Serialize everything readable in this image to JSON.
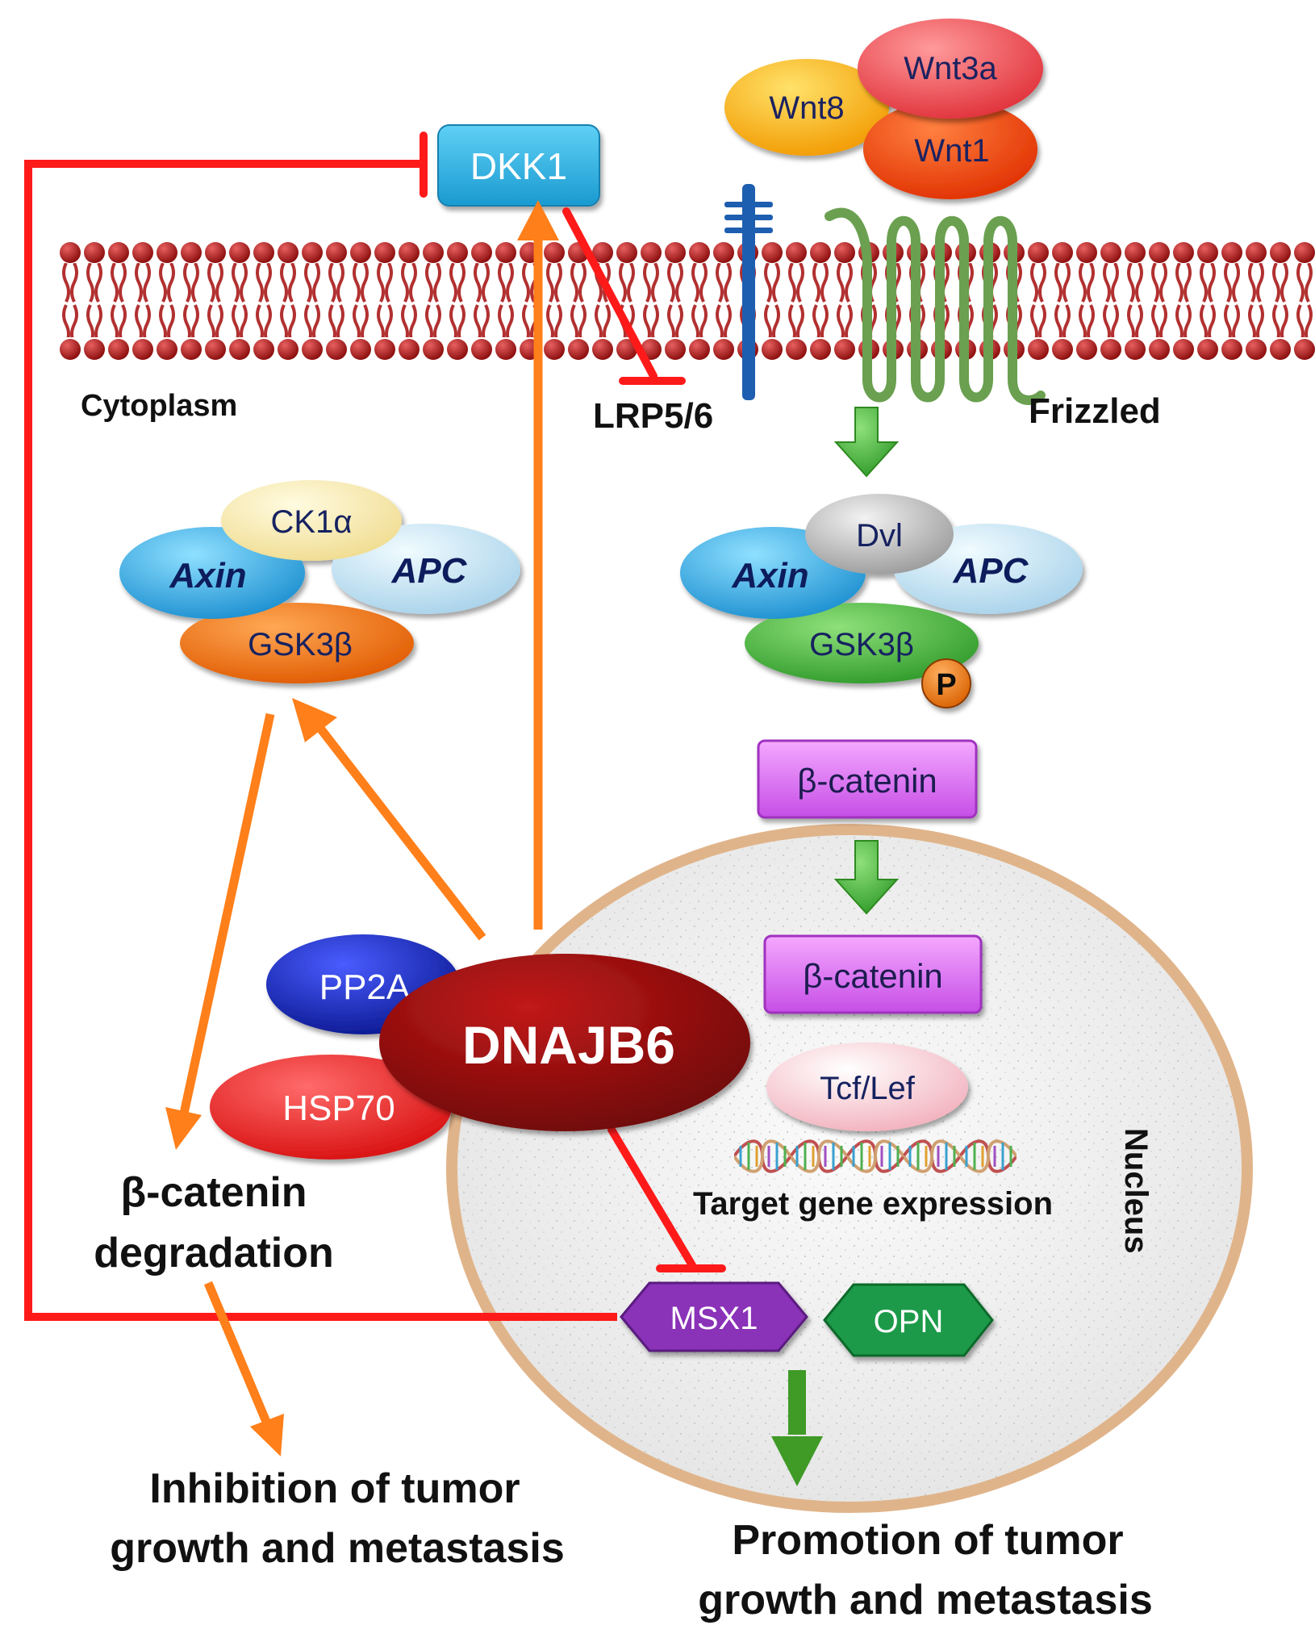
{
  "molecules": {
    "dkk1": "DKK1",
    "wnt3a": "Wnt3a",
    "wnt8": "Wnt8",
    "wnt1": "Wnt1",
    "lrp": "LRP5/6",
    "frizzled": "Frizzled",
    "cytoplasm": "Cytoplasm",
    "left_complex": {
      "ck1a": "CK1α",
      "axin": "Axin",
      "apc": "APC",
      "gsk3b": "GSK3β"
    },
    "right_complex": {
      "dvl": "Dvl",
      "axin": "Axin",
      "apc": "APC",
      "gsk3b": "GSK3β",
      "p": "P"
    },
    "bcatenin_top": "β-catenin",
    "bcatenin_nucleus": "β-catenin",
    "tcf_lef": "Tcf/Lef",
    "target_gene": "Target gene expression",
    "nucleus": "Nucleus",
    "pp2a": "PP2A",
    "dnajb6": "DNAJB6",
    "hsp70": "HSP70",
    "msx1": "MSX1",
    "opn": "OPN"
  },
  "outcomes": {
    "degradation_line1": "β-catenin",
    "degradation_line2": "degradation",
    "inhibition_line1": "Inhibition of tumor",
    "inhibition_line2": "growth and metastasis",
    "promotion_line1": "Promotion of tumor",
    "promotion_line2": "growth and metastasis"
  },
  "colors": {
    "inhibit_red": "#ff1a1a",
    "activate_orange": "#ff7f1a",
    "signal_green": "#4aa52a",
    "membrane": "#b31b1b",
    "dnajb6": "#8b0d0d"
  }
}
